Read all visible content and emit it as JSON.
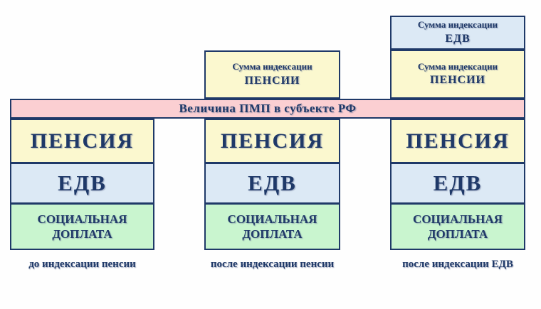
{
  "colors": {
    "yellow": "#fbf8cf",
    "blue": "#dce9f5",
    "green": "#c9f5cf",
    "pink": "#fbcfd2",
    "border": "#1f3968",
    "text": "#1f3968"
  },
  "pmp_bar": {
    "label": "Величина ПМП в субъекте РФ"
  },
  "top_boxes": {
    "col2_pension": {
      "line1": "Сумма индексации",
      "line2": "ПЕНСИИ"
    },
    "col3_edv": {
      "line1": "Сумма индексации",
      "line2": "ЕДВ"
    },
    "col3_pension": {
      "line1": "Сумма индексации",
      "line2": "ПЕНСИИ"
    }
  },
  "columns": [
    {
      "pension": "ПЕНСИЯ",
      "edv": "ЕДВ",
      "social": "СОЦИАЛЬНАЯ ДОПЛАТА",
      "caption": "до индексации пенсии"
    },
    {
      "pension": "ПЕНСИЯ",
      "edv": "ЕДВ",
      "social": "СОЦИАЛЬНАЯ ДОПЛАТА",
      "caption": "после индексации пенсии"
    },
    {
      "pension": "ПЕНСИЯ",
      "edv": "ЕДВ",
      "social": "СОЦИАЛЬНАЯ ДОПЛАТА",
      "caption": "после индексации ЕДВ"
    }
  ]
}
